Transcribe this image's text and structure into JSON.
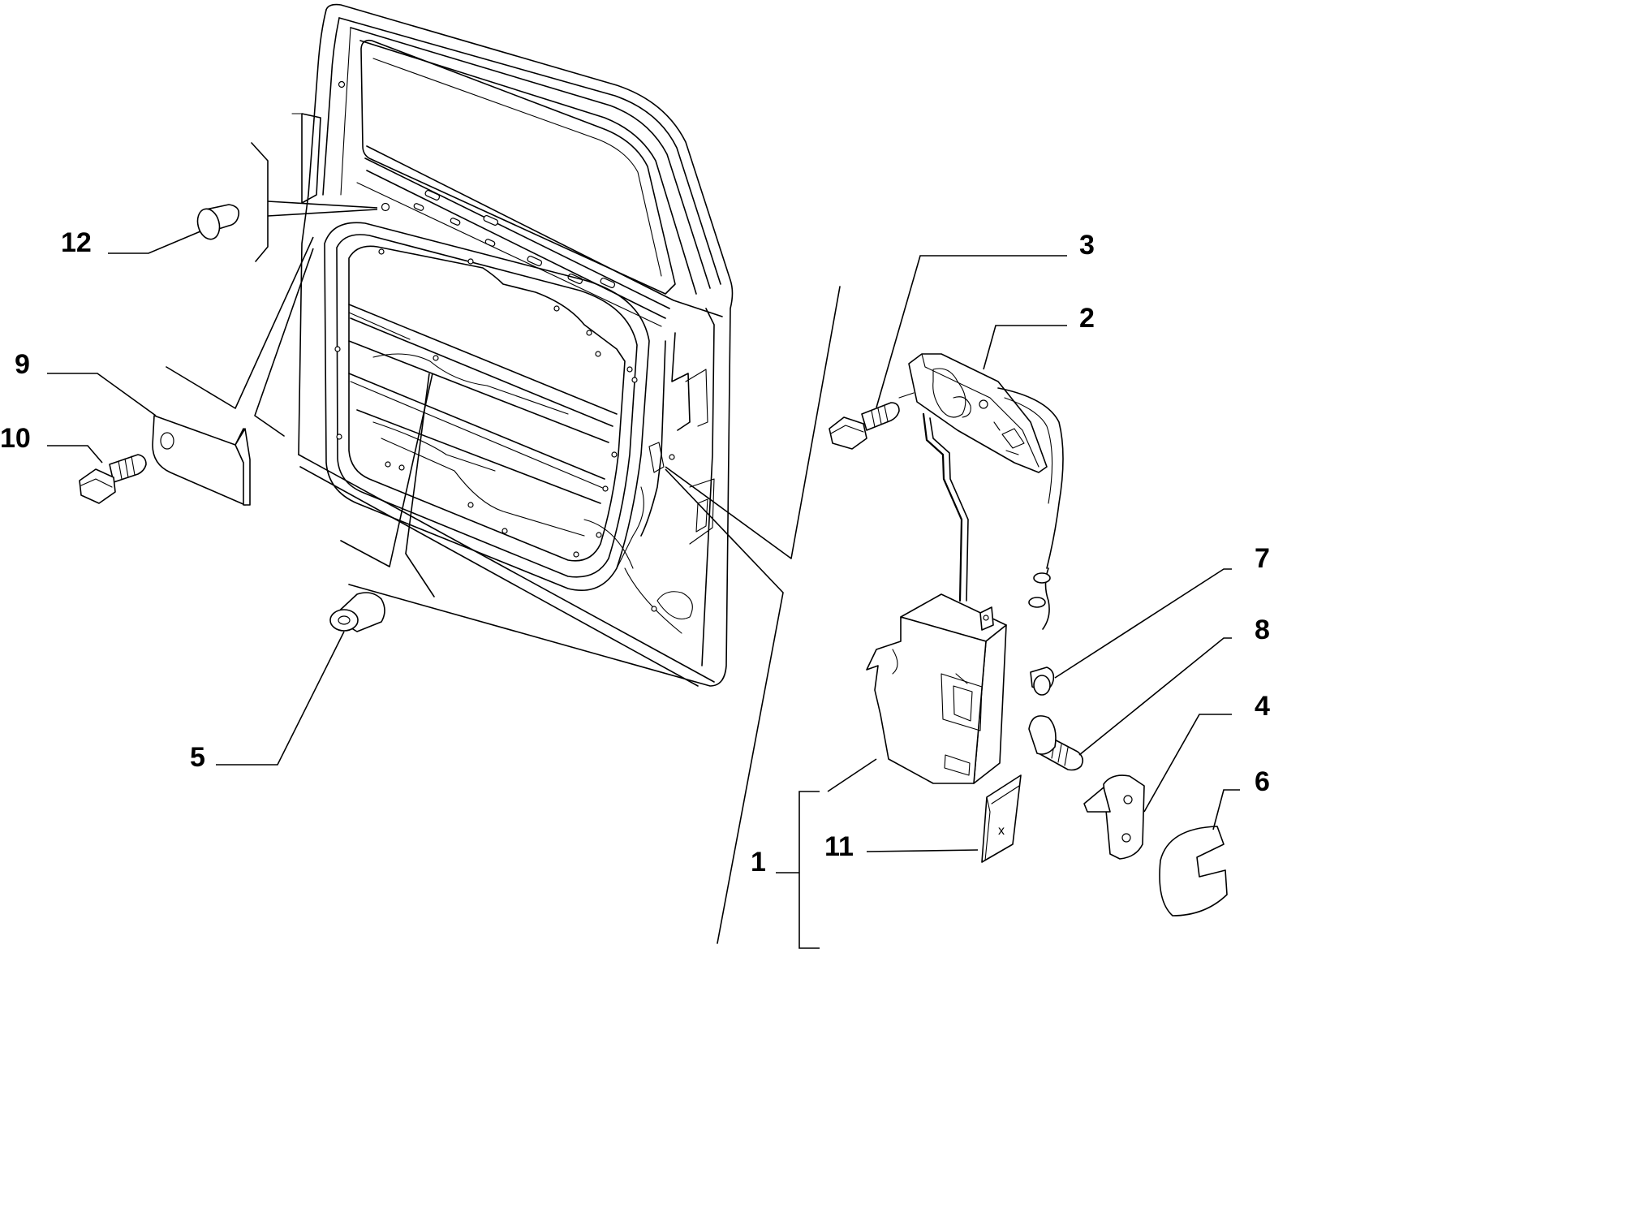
{
  "callouts": [
    {
      "id": "1",
      "label": "1"
    },
    {
      "id": "2",
      "label": "2"
    },
    {
      "id": "3",
      "label": "3"
    },
    {
      "id": "4",
      "label": "4"
    },
    {
      "id": "5",
      "label": "5"
    },
    {
      "id": "6",
      "label": "6"
    },
    {
      "id": "7",
      "label": "7"
    },
    {
      "id": "8",
      "label": "8"
    },
    {
      "id": "9",
      "label": "9"
    },
    {
      "id": "10",
      "label": "10"
    },
    {
      "id": "11",
      "label": "11"
    },
    {
      "id": "12",
      "label": "12"
    }
  ],
  "marks": {
    "plate_11": "x"
  }
}
